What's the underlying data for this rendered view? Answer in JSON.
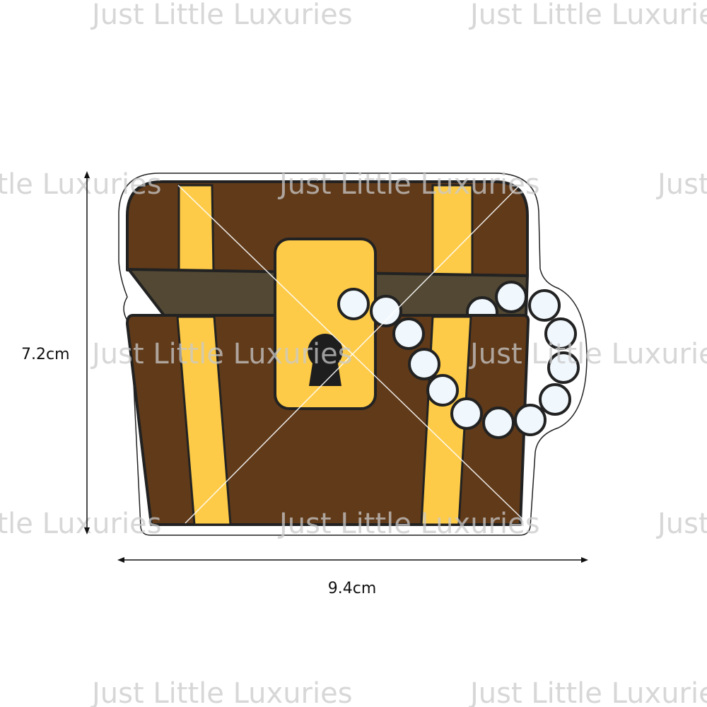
{
  "product": {
    "height_label": "7.2cm",
    "width_label": "9.4cm"
  },
  "watermark": {
    "text": "Just Little Luxuries"
  },
  "colors": {
    "wood": "#603a19",
    "strap": "#fdcb47",
    "lid_band": "#524833",
    "outline": "#222222",
    "pearl": "#f1f8fd",
    "keyhole": "#1e1e1e"
  }
}
